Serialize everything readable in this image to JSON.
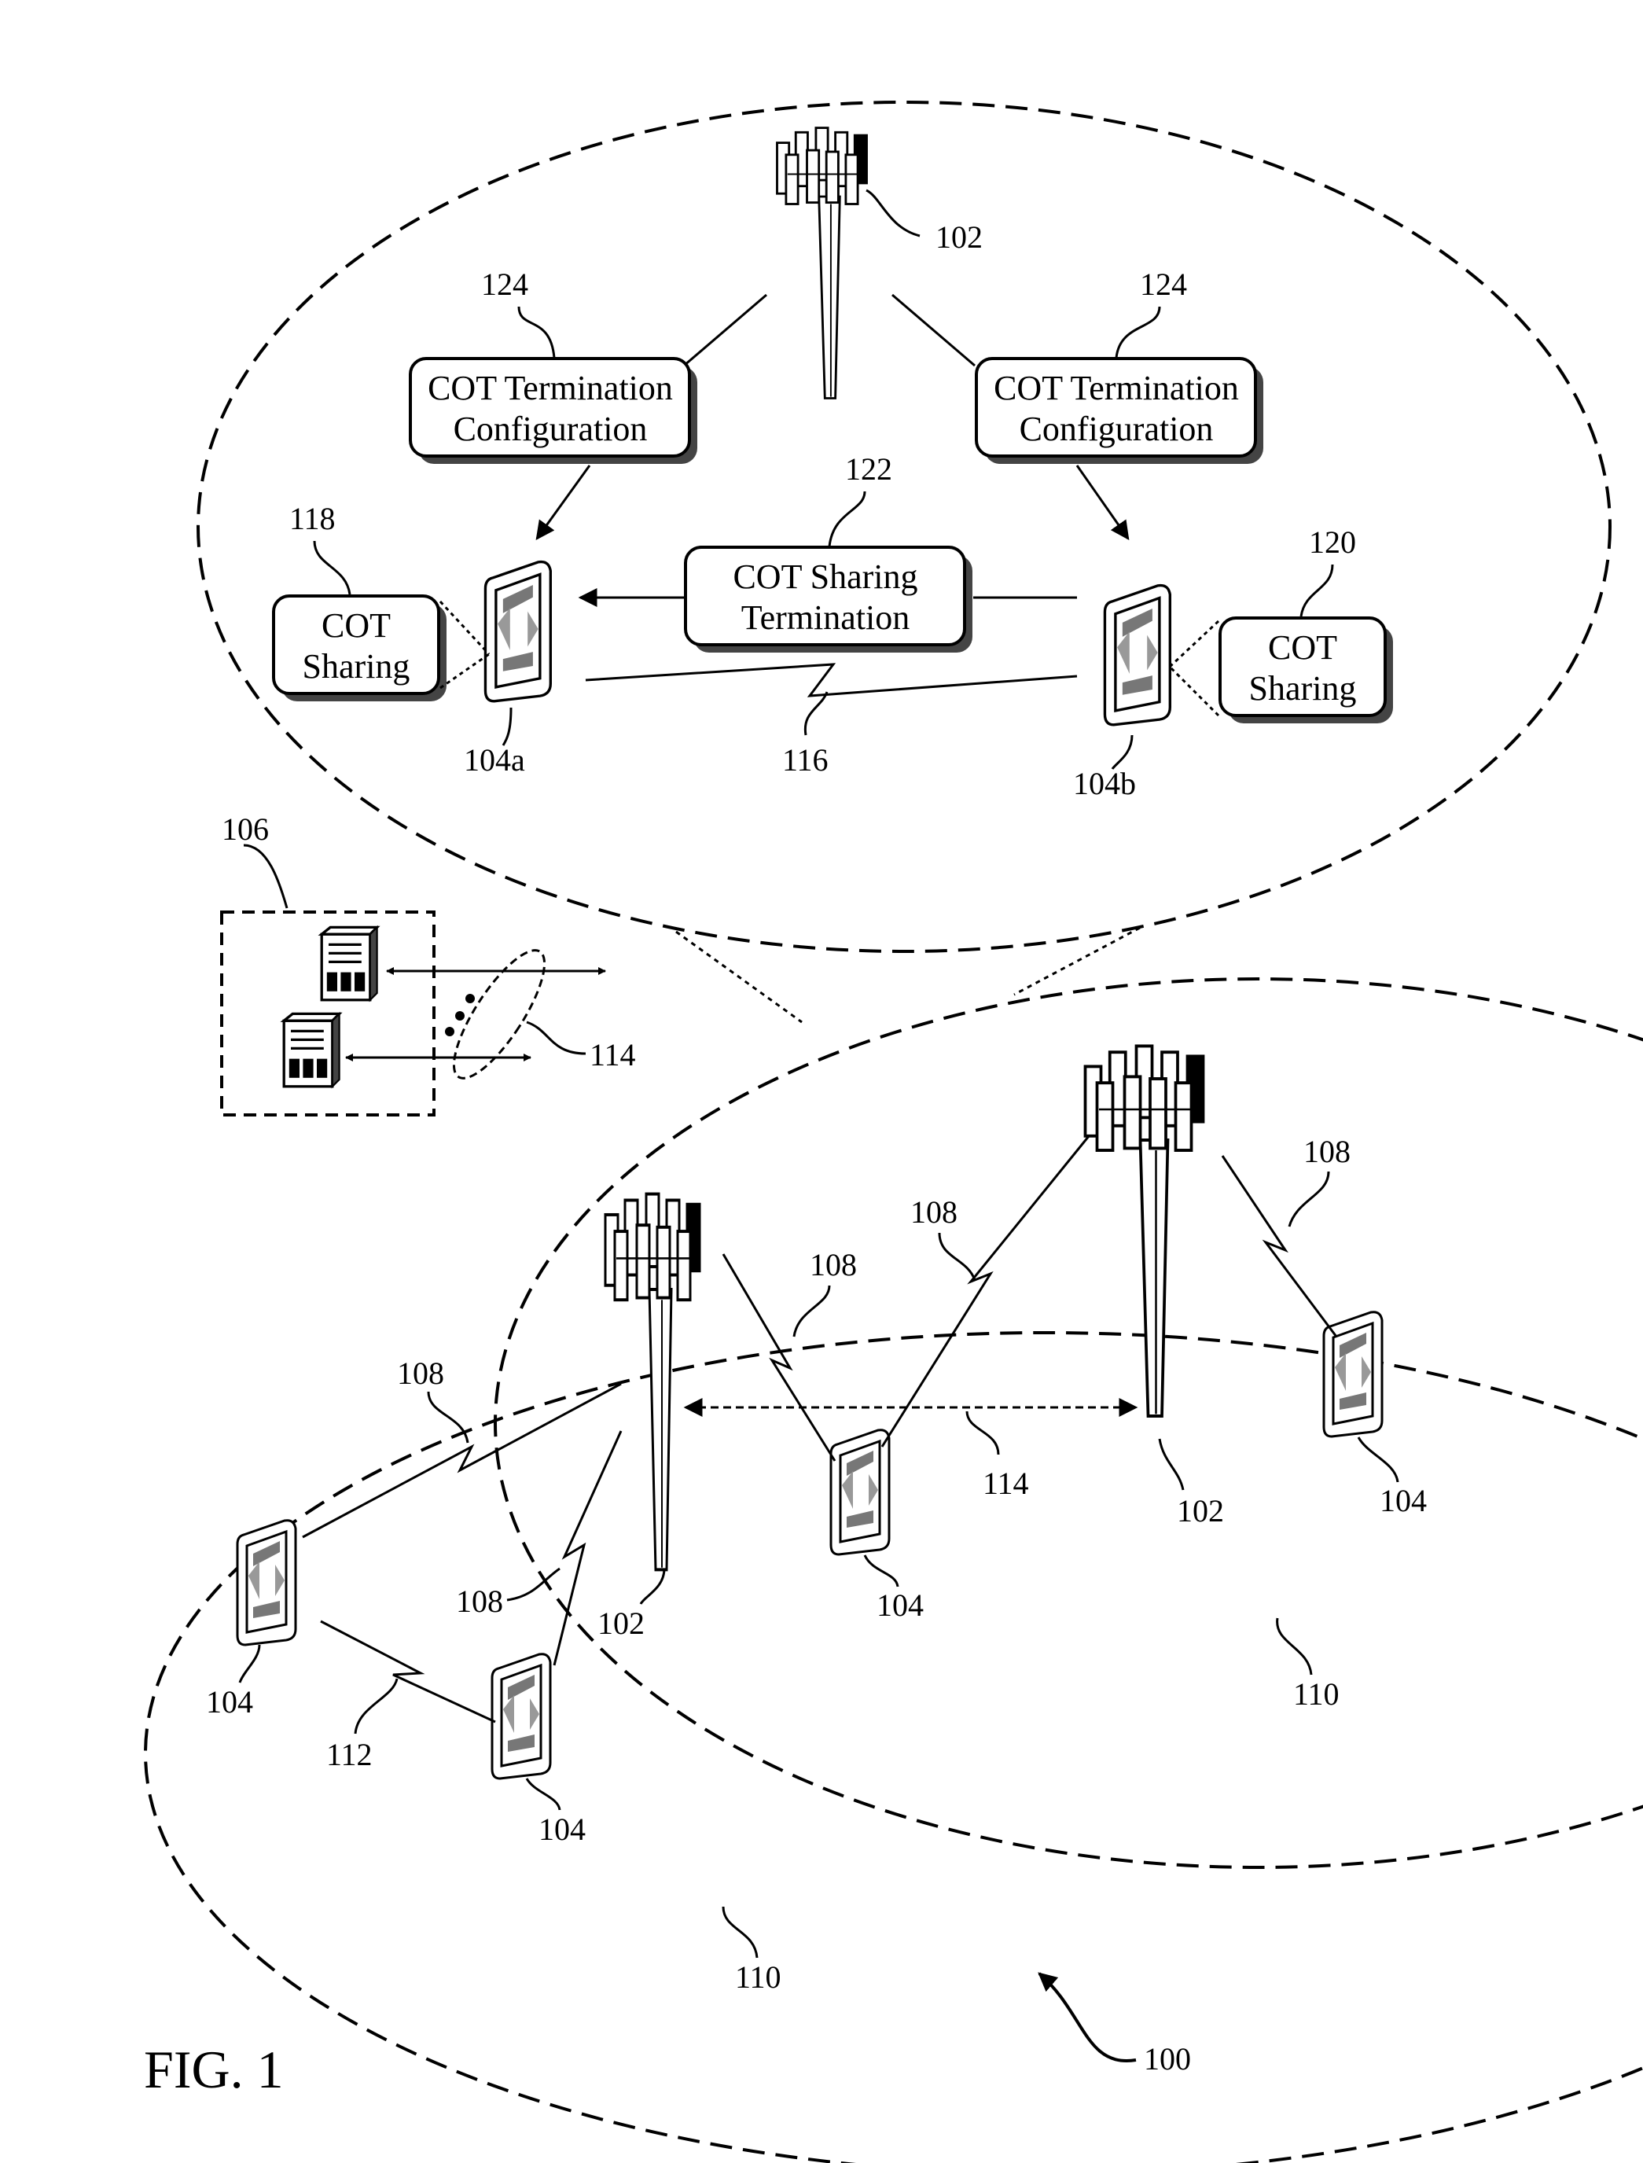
{
  "figure": {
    "label": "FIG. 1",
    "overall_ref": "100"
  },
  "boxes": {
    "cot_termination_left": {
      "ref": "124",
      "line1": "COT Termination",
      "line2": "Configuration"
    },
    "cot_termination_right": {
      "ref": "124",
      "line1": "COT Termination",
      "line2": "Configuration"
    },
    "cot_sharing_termination": {
      "ref": "122",
      "line1": "COT Sharing",
      "line2": "Termination"
    },
    "cot_sharing_left": {
      "ref": "118",
      "line1": "COT",
      "line2": "Sharing"
    },
    "cot_sharing_right": {
      "ref": "120",
      "line1": "COT",
      "line2": "Sharing"
    }
  },
  "labels": {
    "base_station_inset": "102",
    "ue_a": "104a",
    "ue_b": "104b",
    "sidelink_inset": "116",
    "core_network": "106",
    "backhaul_core": "114",
    "backhaul_bs": "114",
    "link_left_upper": "108",
    "link_left_lower": "108",
    "link_center": "108",
    "link_center_right": "108",
    "link_right": "108",
    "bs_left": "102",
    "bs_right": "102",
    "ue_far_left": "104",
    "ue_bottom": "104",
    "ue_center": "104",
    "ue_right": "104",
    "sidelink_bottom": "112",
    "coverage_bottom": "110",
    "coverage_right": "110"
  },
  "icons": [
    "cell-tower-icon",
    "user-equipment-icon",
    "server-icon"
  ]
}
